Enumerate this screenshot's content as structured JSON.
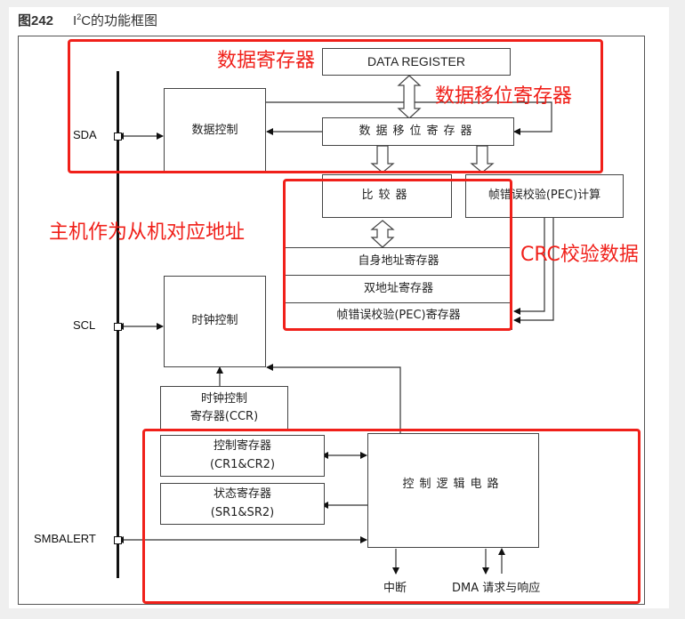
{
  "figure": {
    "number": "图242",
    "caption_prefix": "I",
    "caption_sup": "2",
    "caption_rest": "C的功能框图"
  },
  "pins": [
    {
      "id": "sda",
      "label": "SDA"
    },
    {
      "id": "scl",
      "label": "SCL"
    },
    {
      "id": "smbalert",
      "label": "SMBALERT"
    }
  ],
  "blocks": {
    "data_register": "DATA REGISTER",
    "data_control": "数据控制",
    "shift_register": "数据移位寄存器",
    "comparator": "比较器",
    "pec_calc": "帧错误校验(PEC)计算",
    "own_address": "自身地址寄存器",
    "dual_address": "双地址寄存器",
    "pec_register": "帧错误校验(PEC)寄存器",
    "clock_control": "时钟控制",
    "ccr_line1": "时钟控制",
    "ccr_line2": "寄存器(CCR)",
    "cr_line1": "控制寄存器",
    "cr_line2": "(CR1&CR2)",
    "sr_line1": "状态寄存器",
    "sr_line2": "(SR1&SR2)",
    "control_logic": "控制逻辑电路"
  },
  "outputs": {
    "interrupt": "中断",
    "dma": "DMA 请求与响应"
  },
  "annotations": {
    "color": "#f0201a",
    "data_register_note": "数据寄存器",
    "shift_register_note": "数据移位寄存器",
    "address_note": "主机作为从机对应地址",
    "crc_note": "CRC校验数据"
  }
}
